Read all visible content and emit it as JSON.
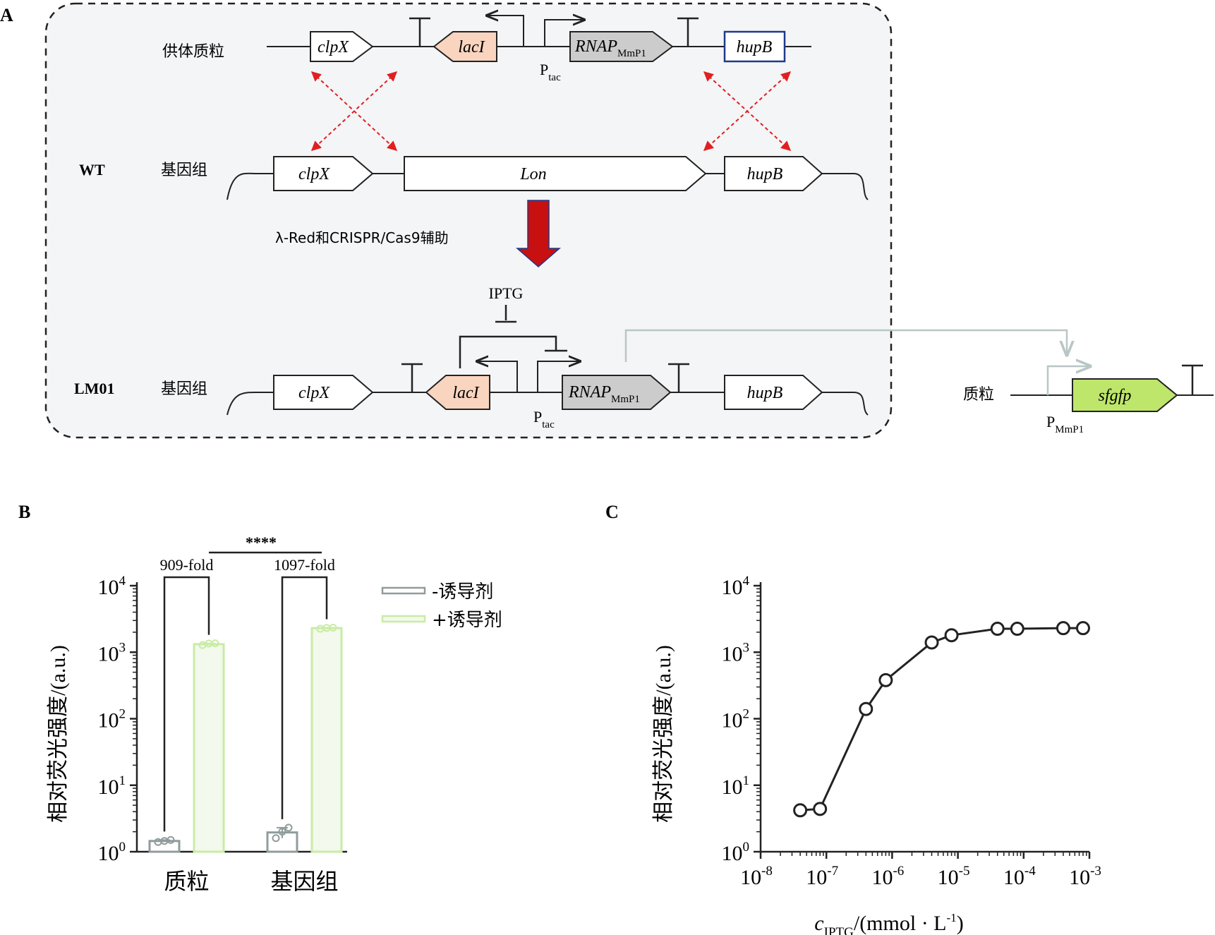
{
  "panels": {
    "a": "A",
    "b": "B",
    "c": "C"
  },
  "panel_a": {
    "donor_label": "供体质粒",
    "genome_label": "基因组",
    "wt_label": "WT",
    "lm01_label": "LM01",
    "method_label": "λ-Red和CRISPR/Cas9辅助",
    "inducer_label": "IPTG",
    "plasmid_label": "质粒",
    "promoter_tac_main": "P",
    "promoter_tac_sub": "tac",
    "promoter_mmp1_main": "P",
    "promoter_mmp1_sub": "MmP1",
    "genes": {
      "clpx": "clpX",
      "laci": "lacI",
      "rnap_main": "RNAP",
      "rnap_sub": "MmP1",
      "hupb": "hupB",
      "lon": "Lon",
      "sfgfp": "sfgfp"
    },
    "colors": {
      "laci_fill": "#f9d4bf",
      "rnap_fill": "#cccccc",
      "sfgfp_fill": "#bde66a",
      "hupb_donor_stroke": "#1f3a8a",
      "crossover": "#e02020",
      "big_arrow": "#c81010",
      "box_bg": "#f4f5f7",
      "plasmid_link": "#b9c6c6"
    }
  },
  "chart_b": {
    "ylabel": "相对荧光强度/(a.u.)",
    "significance": "****",
    "legend": [
      "-诱导剂",
      "+诱导剂"
    ],
    "fold_labels": [
      "909-fold",
      "1097-fold"
    ],
    "yticks": [
      {
        "base": "10",
        "exp": "0"
      },
      {
        "base": "10",
        "exp": "1"
      },
      {
        "base": "10",
        "exp": "2"
      },
      {
        "base": "10",
        "exp": "3"
      },
      {
        "base": "10",
        "exp": "4"
      }
    ],
    "colors": {
      "minus": "#909c9c",
      "plus": "#c9eca6",
      "plus_fill": "#f3f9ec"
    }
  },
  "chart_c": {
    "ylabel": "相对荧光强度/(a.u.)",
    "xlabel_c": "c",
    "xlabel_sub": "IPTG",
    "xlabel_unit": "/(mmol · L",
    "xlabel_exp": "-1",
    "xlabel_close": ")",
    "yticks": [
      {
        "base": "10",
        "exp": "0"
      },
      {
        "base": "10",
        "exp": "1"
      },
      {
        "base": "10",
        "exp": "2"
      },
      {
        "base": "10",
        "exp": "3"
      },
      {
        "base": "10",
        "exp": "4"
      }
    ],
    "xticks": [
      {
        "base": "10",
        "exp": "-8"
      },
      {
        "base": "10",
        "exp": "-7"
      },
      {
        "base": "10",
        "exp": "-6"
      },
      {
        "base": "10",
        "exp": "-5"
      },
      {
        "base": "10",
        "exp": "-4"
      },
      {
        "base": "10",
        "exp": "-3"
      }
    ]
  },
  "chart_data": [
    {
      "type": "bar",
      "categories": [
        "质粒",
        "基因组"
      ],
      "series": [
        {
          "name": "-诱导剂",
          "values": [
            1.45,
            1.95
          ],
          "replicates": [
            [
              1.4,
              1.45,
              1.5
            ],
            [
              1.6,
              2.0,
              2.3
            ]
          ]
        },
        {
          "name": "+诱导剂",
          "values": [
            1320,
            2300
          ],
          "replicates": [
            [
              1280,
              1350,
              1360
            ],
            [
              2250,
              2320,
              2340
            ]
          ]
        }
      ],
      "ylabel": "相对荧光强度/(a.u.)",
      "yscale": "log",
      "ylim": [
        1,
        10000
      ],
      "annotations": [
        "909-fold",
        "1097-fold",
        "****"
      ],
      "legend_position": "top-right"
    },
    {
      "type": "line",
      "x": [
        4e-08,
        8e-08,
        4e-07,
        8e-07,
        4e-06,
        8e-06,
        4e-05,
        8e-05,
        0.0004,
        0.0008
      ],
      "y": [
        4.2,
        4.4,
        140,
        380,
        1400,
        1800,
        2250,
        2250,
        2300,
        2300
      ],
      "xlabel": "cIPTG/(mmol · L-1)",
      "ylabel": "相对荧光强度/(a.u.)",
      "xscale": "log",
      "yscale": "log",
      "xlim": [
        1e-08,
        0.001
      ],
      "ylim": [
        1,
        10000
      ],
      "marker": "open-circle"
    }
  ]
}
